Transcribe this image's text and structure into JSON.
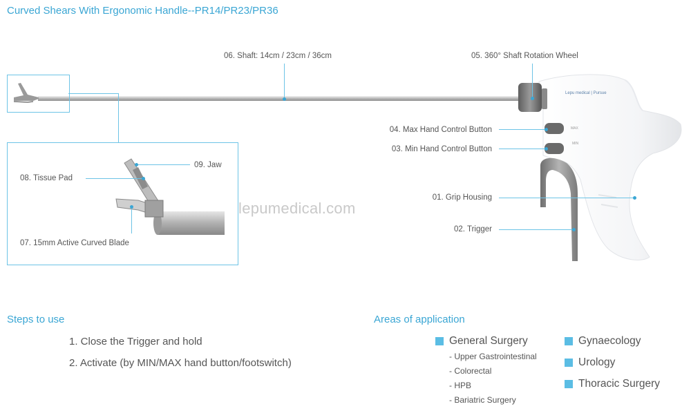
{
  "title": "Curved Shears With Ergonomic Handle--PR14/PR23/PR36",
  "callouts": {
    "shaft": "06. Shaft: 14cm / 23cm / 36cm",
    "rotation_wheel": "05. 360° Shaft Rotation Wheel",
    "max_button": "04. Max Hand Control Button",
    "min_button": "03. Min Hand Control Button",
    "grip_housing": "01. Grip Housing",
    "trigger": "02. Trigger",
    "jaw": "09. Jaw",
    "tissue_pad": "08. Tissue Pad",
    "blade": "07. 15mm Active Curved Blade"
  },
  "device_marks": {
    "brand": "Lepu medical | Pursue",
    "max_mark": "MAX",
    "min_mark": "MIN"
  },
  "watermark": "lepumedical.com",
  "steps": {
    "heading": "Steps to use",
    "items": [
      "1. Close the Trigger and hold",
      "2. Activate (by MIN/MAX hand button/footswitch)"
    ]
  },
  "areas": {
    "heading": "Areas of application",
    "general": {
      "label": "General Surgery",
      "subs": [
        "- Upper Gastrointestinal",
        "- Colorectal",
        "- HPB",
        "- Bariatric Surgery"
      ]
    },
    "others": [
      "Gynaecology",
      "Urology",
      "Thoracic Surgery"
    ]
  },
  "colors": {
    "accent": "#3aa6d4",
    "line": "#6cc3e6",
    "square": "#5bbde4",
    "text": "#555555"
  }
}
